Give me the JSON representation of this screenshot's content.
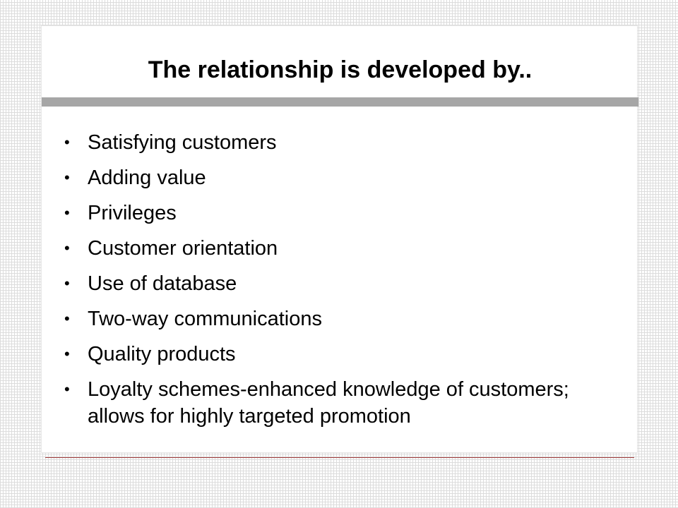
{
  "slide": {
    "title": "The relationship is developed by..",
    "bullet_symbol": "•",
    "bullets": [
      "Satisfying customers",
      "Adding value",
      "Privileges",
      "Customer orientation",
      "Use of database",
      "Two-way communications",
      "Quality products",
      "Loyalty schemes-enhanced knowledge of customers; allows for highly targeted promotion"
    ]
  },
  "colors": {
    "title_rule": "#a6a6a6",
    "footer_rule": "#9e3a3a",
    "background_grid": "#dcdcdc"
  }
}
